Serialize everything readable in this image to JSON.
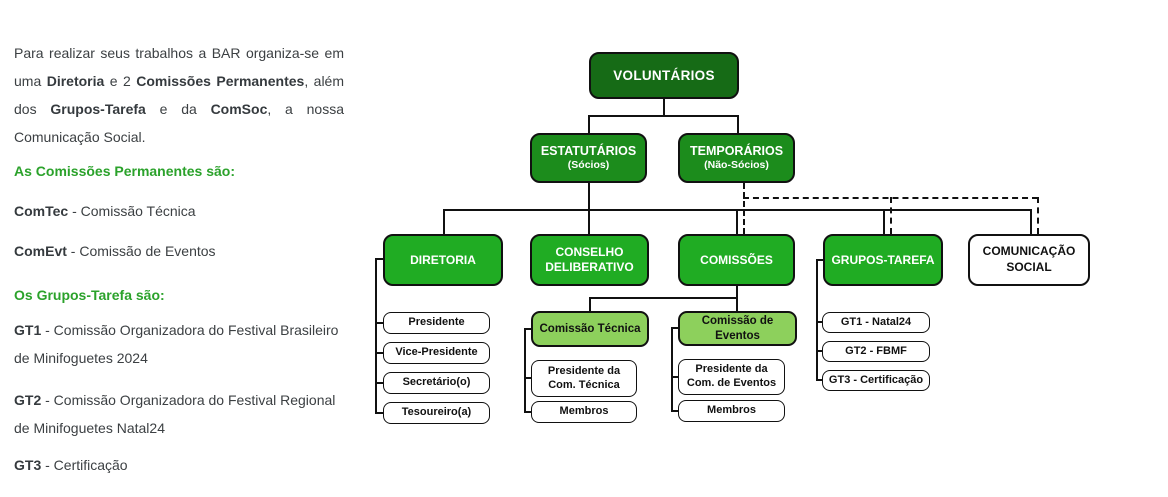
{
  "left_panel": {
    "intro": {
      "s1": "Para realizar seus trabalhos a BAR organiza-se em uma ",
      "b1": "Diretoria",
      "s2": " e 2 ",
      "b2": "Comissões Permanentes",
      "s3": ", além dos ",
      "b3": "Grupos-Tarefa",
      "s4": " e da ",
      "b4": "ComSoc",
      "s5": ", a nossa Comunicação Social."
    },
    "heading_permanentes": "As Comissões Permanentes são:",
    "items_permanentes": [
      {
        "abbr": "ComTec",
        "rest": " - Comissão Técnica"
      },
      {
        "abbr": "ComEvt",
        "rest": " - Comissão de Eventos"
      }
    ],
    "heading_grupos": "Os Grupos-Tarefa são:",
    "items_grupos": [
      {
        "abbr": "GT1",
        "rest": " - Comissão Organizadora do Festival Brasileiro de Minifoguetes 2024"
      },
      {
        "abbr": "GT2",
        "rest": " - Comissão Organizadora do Festival Regional de Minifoguetes Natal24"
      },
      {
        "abbr": "GT3",
        "rest": " - Certificação"
      }
    ]
  },
  "org_chart": {
    "root": {
      "label": "VOLUNTÁRIOS"
    },
    "level2": [
      {
        "label": "ESTATUTÁRIOS",
        "sublabel": "(Sócios)"
      },
      {
        "label": "TEMPORÁRIOS",
        "sublabel": "(Não-Sócios)"
      }
    ],
    "level3": [
      {
        "label": "DIRETORIA"
      },
      {
        "label": "CONSELHO DELIBERATIVO"
      },
      {
        "label": "COMISSÕES"
      },
      {
        "label": "GRUPOS-TAREFA"
      },
      {
        "label": "COMUNICAÇÃO SOCIAL"
      }
    ],
    "diretoria_children": [
      "Presidente",
      "Vice-Presidente",
      "Secretário(o)",
      "Tesoureiro(a)"
    ],
    "comissao_tecnica": {
      "label": "Comissão Técnica",
      "children": [
        "Presidente da Com. Técnica",
        "Membros"
      ]
    },
    "comissao_eventos": {
      "label": "Comissão de Eventos",
      "children": [
        "Presidente da Com. de Eventos",
        "Membros"
      ]
    },
    "grupos_children": [
      "GT1 - Natal24",
      "GT2 - FBMF",
      "GT3 - Certificação"
    ]
  },
  "colors": {
    "dark_green": "#166b16",
    "medium_green": "#1c8c1c",
    "bright_green": "#20ac23",
    "light_green": "#8dd05c",
    "heading_green": "#2ba22b",
    "body_text": "#3c4043",
    "outline": "#111111"
  }
}
